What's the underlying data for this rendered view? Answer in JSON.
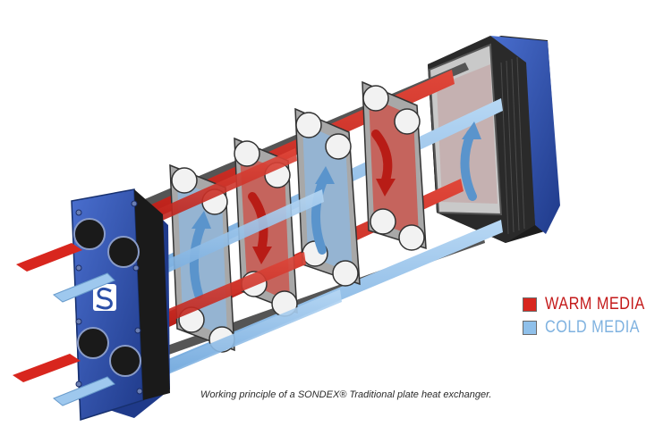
{
  "legend": {
    "items": [
      {
        "label": "WARM MEDIA",
        "color": "#d8261e"
      },
      {
        "label": "COLD MEDIA",
        "color": "#8fc0ea"
      }
    ]
  },
  "caption": "Working principle of a SONDEX® Traditional plate heat exchanger.",
  "colors": {
    "warm": "#d8261e",
    "cold": "#8fc0ea",
    "frame_blue": "#2b4fa8",
    "plate_gray": "#9a9a9a"
  }
}
